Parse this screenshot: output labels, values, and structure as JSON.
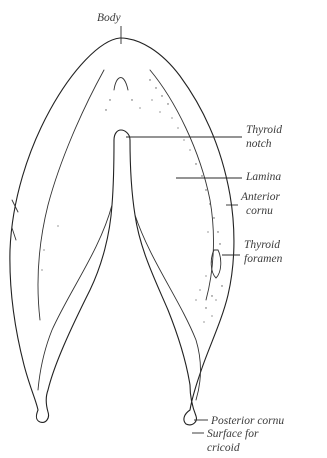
{
  "figure": {
    "labels": {
      "body": "Body",
      "thyroid_notch_line1": "Thyroid",
      "thyroid_notch_line2": "notch",
      "lamina": "Lamina",
      "anterior_cornu_line1": "Anterior",
      "anterior_cornu_line2": "cornu",
      "thyroid_foramen_line1": "Thyroid",
      "thyroid_foramen_line2": "foramen",
      "posterior_cornu": "Posterior cornu",
      "surface_cricoid_line1": "Surface for",
      "surface_cricoid_line2": "cricoid"
    }
  }
}
